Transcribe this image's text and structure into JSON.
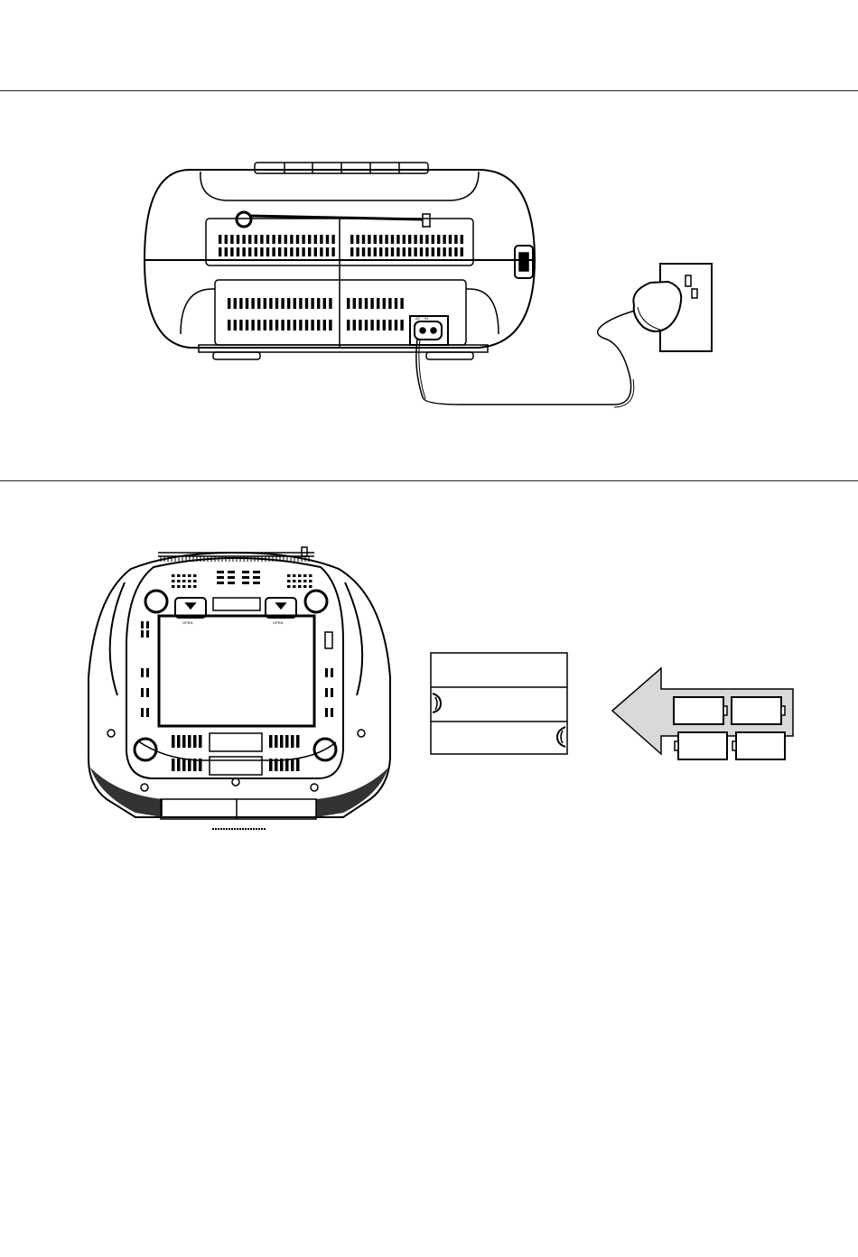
{
  "figures": {
    "back_view": {
      "jack_label": "AC ~ IN"
    },
    "bottom_view": {
      "open_label_left": "OPEN",
      "open_label_right": "OPEN"
    }
  },
  "colors": {
    "line": "#000000",
    "arrow_fill": "#d9d9d9",
    "background": "#ffffff"
  }
}
